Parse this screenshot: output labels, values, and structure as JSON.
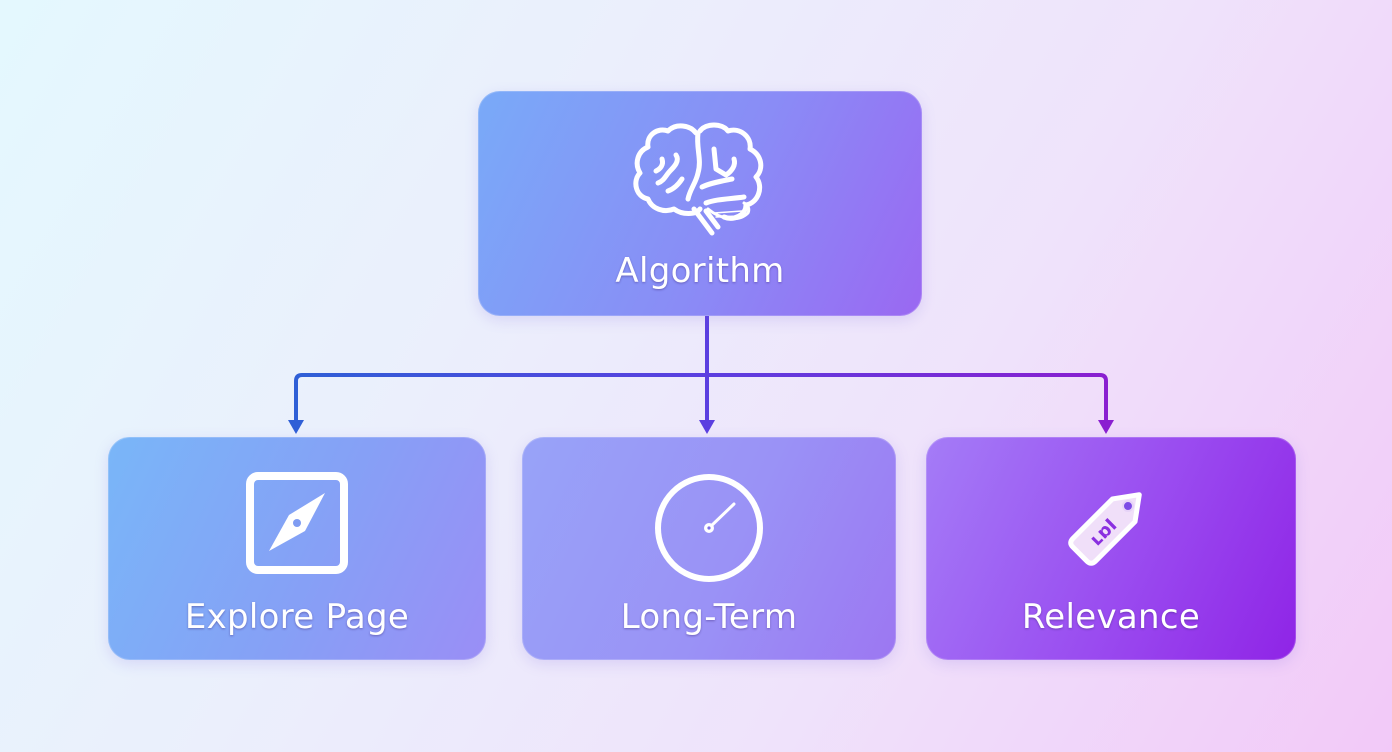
{
  "diagram": {
    "type": "hierarchy",
    "root": {
      "label": "Algorithm",
      "icon": "brain-icon"
    },
    "children": [
      {
        "label": "Explore Page",
        "icon": "compass-icon"
      },
      {
        "label": "Long-Term",
        "icon": "gauge-icon"
      },
      {
        "label": "Relevance",
        "icon": "tag-icon"
      }
    ],
    "connector_colors": {
      "left": "#2f5fd6",
      "center": "#5b3fe0",
      "right": "#8a1fd0"
    },
    "node_colors": {
      "root": [
        "#79aaf8",
        "#9a68f2"
      ],
      "explore": [
        "#79b6f8",
        "#9a8ef6"
      ],
      "longterm": [
        "#98a3f8",
        "#9c77f2"
      ],
      "relevance": [
        "#a47cf7",
        "#8f24e6"
      ]
    },
    "background": [
      "#e4f8fe",
      "#f2c9f8"
    ]
  }
}
